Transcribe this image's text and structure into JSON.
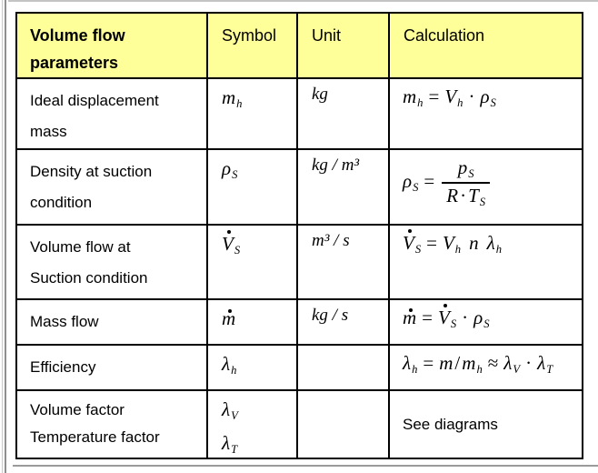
{
  "colors": {
    "header_bg": "#ffff99",
    "grid": "#000000",
    "frame_gray": "#9a9a9a",
    "background": "#ffffff"
  },
  "table": {
    "header": {
      "param": "Volume flow\nparameters",
      "symbol": "Symbol",
      "unit": "Unit",
      "calc": "Calculation"
    },
    "rows": [
      {
        "param": "Ideal displacement\nmass",
        "symbol": [
          {
            "v": "m",
            "sub": "h"
          }
        ],
        "unit": "kg",
        "calc": [
          {
            "v": "m",
            "sub": "h"
          },
          {
            "op": "="
          },
          {
            "v": "V",
            "sub": "h"
          },
          {
            "op": "·"
          },
          {
            "v": "ρ",
            "sub": "S"
          }
        ]
      },
      {
        "param": "Density at suction\ncondition",
        "symbol": [
          {
            "v": "ρ",
            "sub": "S"
          }
        ],
        "unit": "kg / m³",
        "calc": [
          {
            "v": "ρ",
            "sub": "S"
          },
          {
            "op": "="
          },
          {
            "frac": {
              "num": [
                {
                  "v": "p",
                  "sub": "S"
                }
              ],
              "den": [
                {
                  "v": "R"
                },
                {
                  "op": "·",
                  "tight": true
                },
                {
                  "v": "T",
                  "sub": "S"
                }
              ]
            }
          }
        ]
      },
      {
        "param": "Volume flow at\nSuction condition",
        "symbol": [
          {
            "v": "V",
            "dot": true,
            "sub": "S"
          }
        ],
        "unit": "m³ / s",
        "calc": [
          {
            "v": "V",
            "dot": true,
            "sub": "S"
          },
          {
            "op": "="
          },
          {
            "v": "V",
            "sub": "h"
          },
          {
            "v": "n"
          },
          {
            "v": "λ",
            "sub": "h"
          }
        ]
      },
      {
        "param": "Mass flow",
        "symbol": [
          {
            "v": "m",
            "dot": true
          }
        ],
        "unit": "kg / s",
        "calc": [
          {
            "v": "m",
            "dot": true
          },
          {
            "op": "="
          },
          {
            "v": "V",
            "dot": true,
            "sub": "S"
          },
          {
            "op": "·"
          },
          {
            "v": "ρ",
            "sub": "S"
          }
        ]
      },
      {
        "param": "Efficiency",
        "symbol": [
          {
            "v": "λ",
            "sub": "h"
          }
        ],
        "unit": "",
        "calc": [
          {
            "v": "λ",
            "sub": "h"
          },
          {
            "op": "="
          },
          {
            "v": "m"
          },
          {
            "op": "/",
            "tight": true
          },
          {
            "v": "m",
            "sub": "h"
          },
          {
            "op": "≈"
          },
          {
            "v": "λ",
            "sub": "V"
          },
          {
            "op": "·"
          },
          {
            "v": "λ",
            "sub": "T"
          }
        ]
      },
      {
        "param": "Volume factor\nTemperature factor",
        "symbol": [
          {
            "v": "λ",
            "sub": "V"
          }
        ],
        "symbol2": [
          {
            "v": "λ",
            "sub": "T"
          }
        ],
        "unit": "",
        "calc_text": "See diagrams"
      }
    ]
  }
}
